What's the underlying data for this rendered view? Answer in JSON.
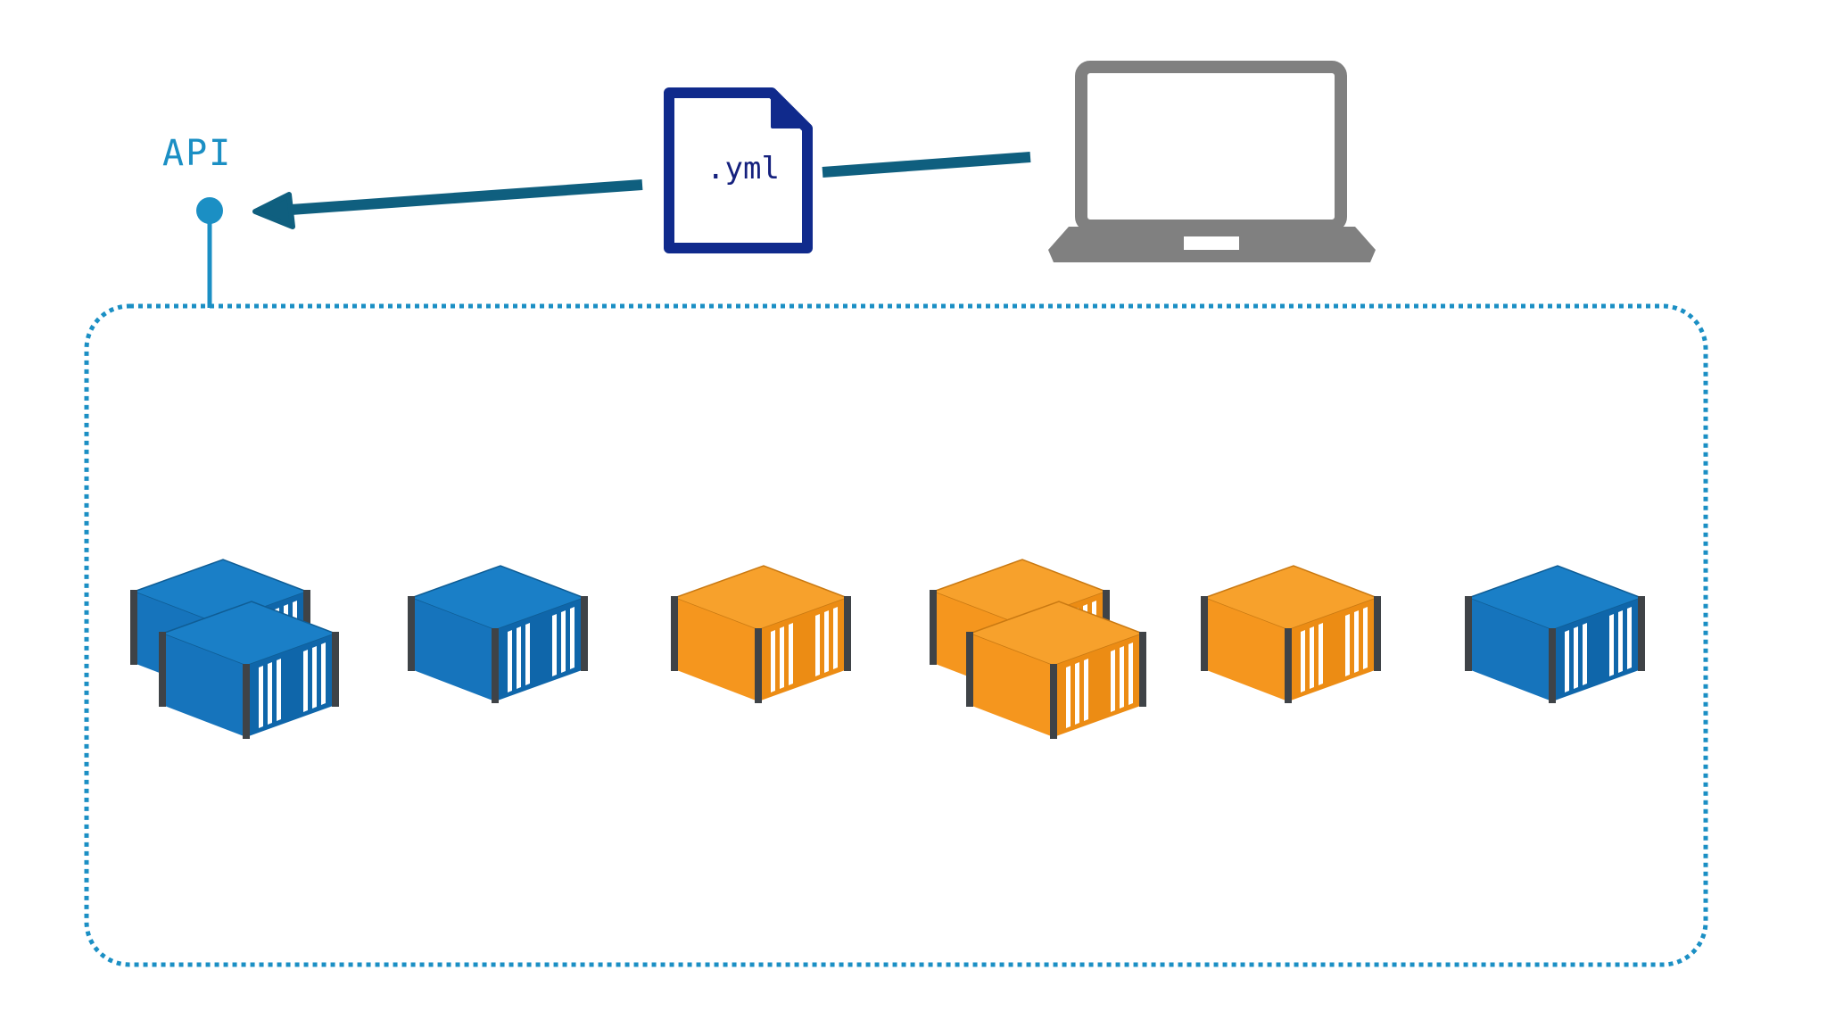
{
  "labels": {
    "api": "API",
    "file": ".yml"
  },
  "colors": {
    "api_accent": "#1b8fc4",
    "arrow": "#0f5f7f",
    "file_border": "#102a8c",
    "file_text": "#15217e",
    "laptop": "#808080",
    "container_blue": "#1476bd",
    "container_orange": "#f5961e",
    "container_dark": "#3f4347",
    "cluster_border": "#1b8fc4"
  },
  "icons": [
    "file-icon",
    "laptop-icon",
    "api-endpoint-icon",
    "container-icon"
  ],
  "containers": [
    {
      "group": "pair",
      "color": "blue"
    },
    {
      "group": "single",
      "color": "blue"
    },
    {
      "group": "single",
      "color": "orange"
    },
    {
      "group": "pair",
      "color": "orange"
    },
    {
      "group": "single",
      "color": "orange"
    },
    {
      "group": "single",
      "color": "blue"
    }
  ]
}
